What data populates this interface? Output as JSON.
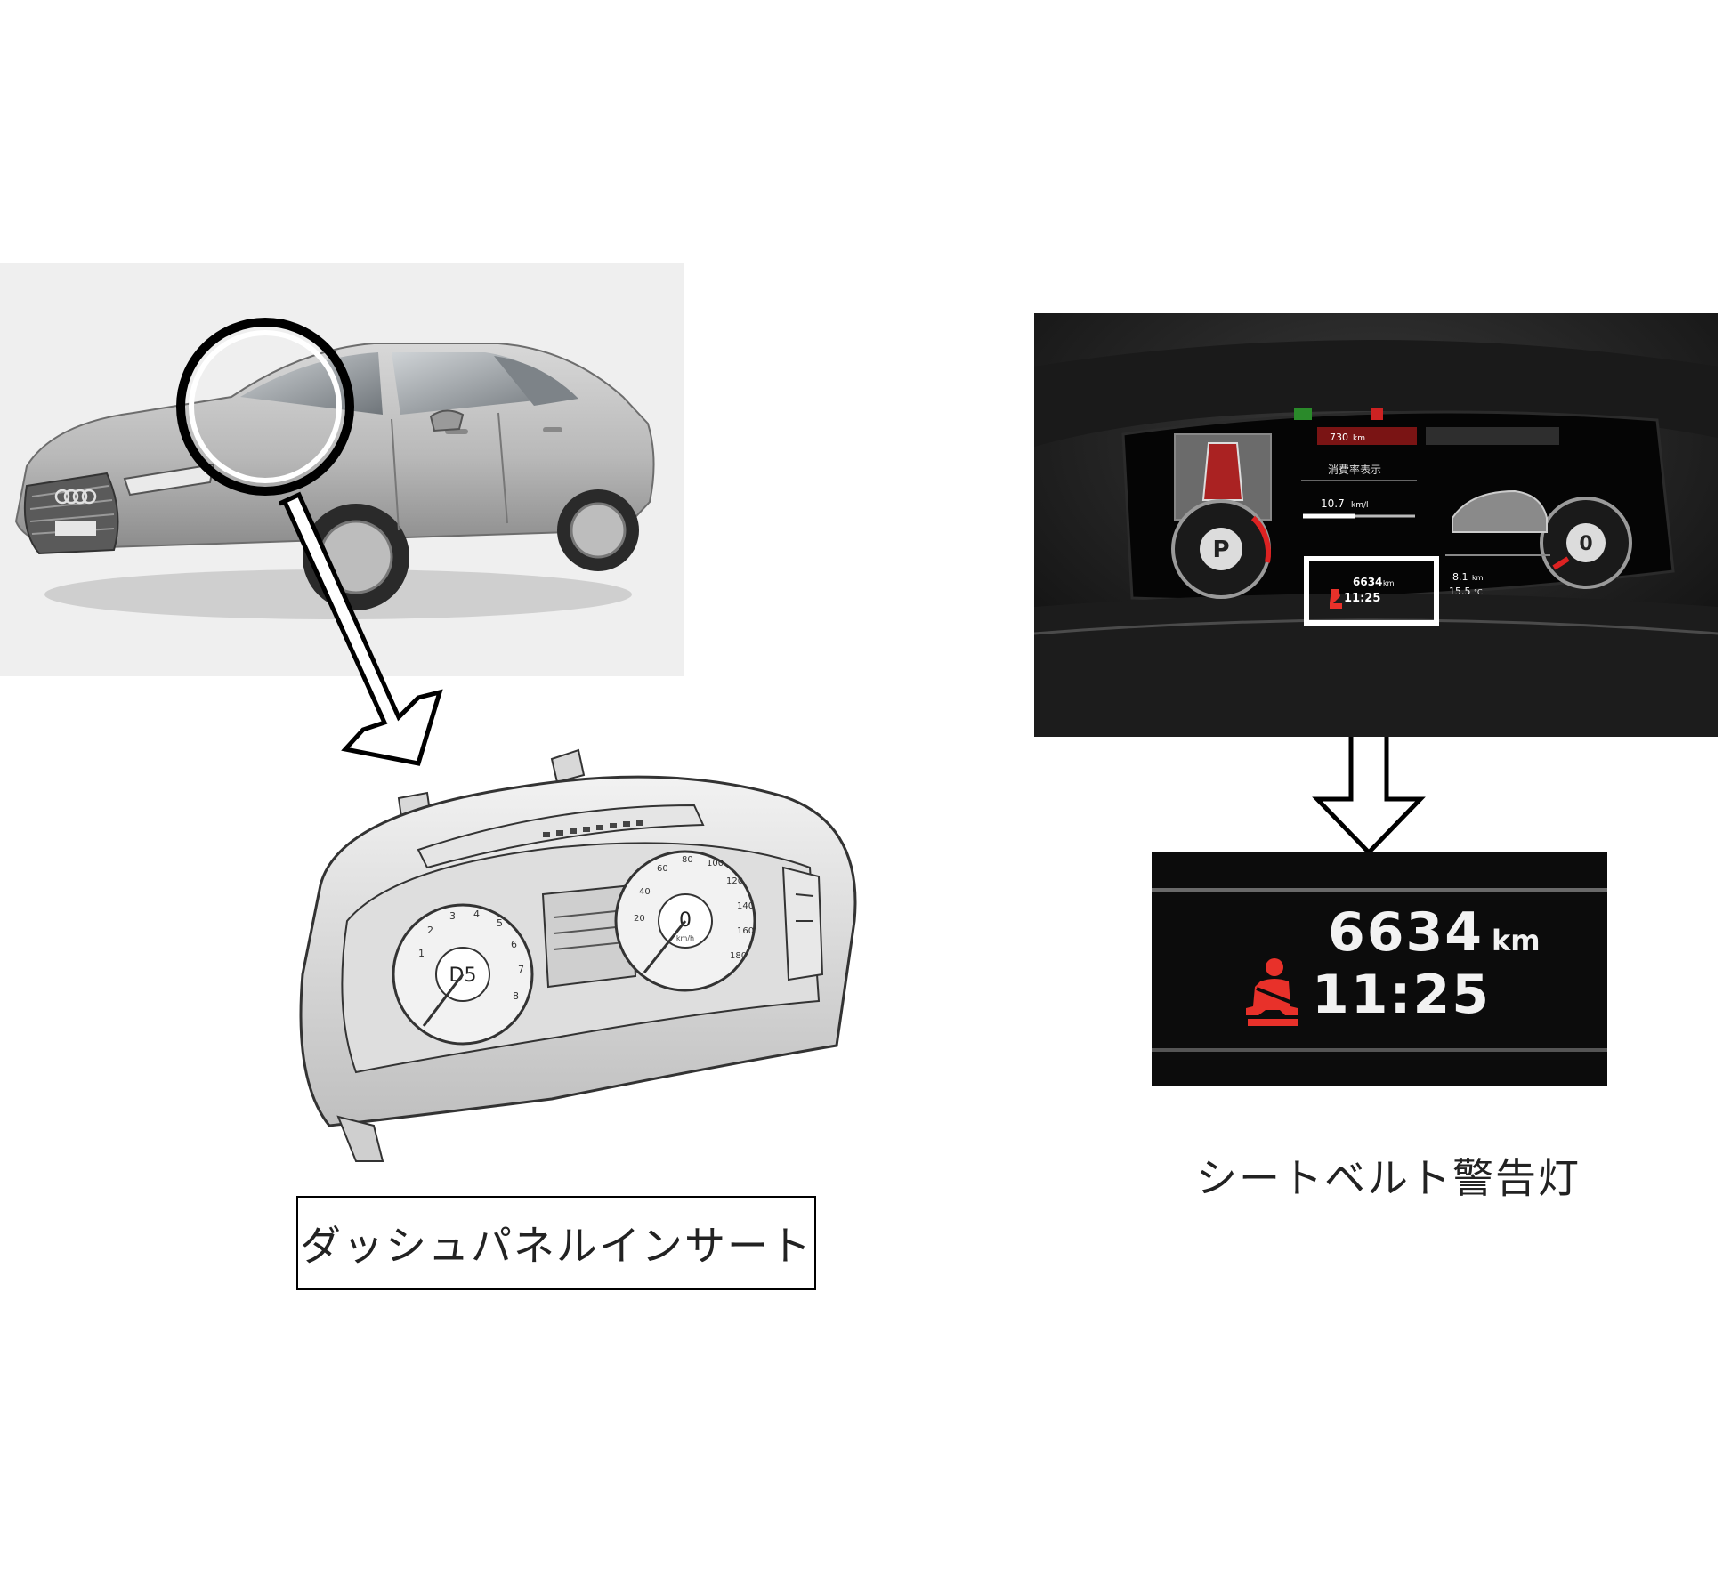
{
  "labels": {
    "dash_panel_insert": "ダッシュパネルインサート",
    "seatbelt_warning_light": "シートベルト警告灯"
  },
  "dashboard_display": {
    "odometer": "6634",
    "odometer_unit": "km",
    "clock": "11:25",
    "gear": "P",
    "speed": "0",
    "fuel_consumption": "10.7",
    "fuel_consumption_unit": "km/l",
    "range": "730",
    "range_unit": "km",
    "menu_title": "消費率表示",
    "trip_value": "8.1",
    "trip_unit": "km",
    "outside_temp": "15.5",
    "temp_unit": "°C"
  },
  "cluster_illustration": {
    "tachometer_gear": "D5",
    "speedometer_value": "0",
    "speedometer_unit": "km/h"
  },
  "colors": {
    "warning_red": "#e8312a",
    "display_bg": "#0c0c0c",
    "callout_ring": "#000000"
  },
  "icons": [
    "magnifier-circle-icon",
    "arrow-down-icon",
    "seatbelt-warning-icon"
  ]
}
